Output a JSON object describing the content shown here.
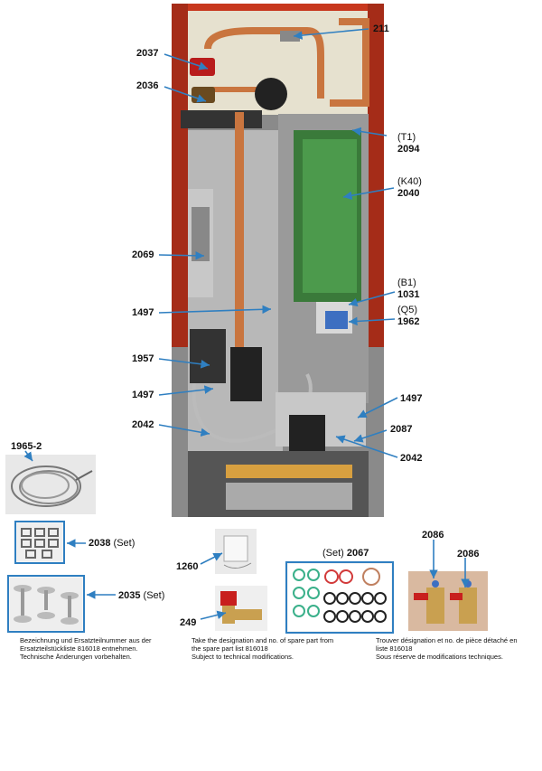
{
  "labels": {
    "l211": "211",
    "l2037": "2037",
    "l2036": "2036",
    "t1": "(T1)",
    "l2094": "2094",
    "k40": "(K40)",
    "l2040": "2040",
    "l2069": "2069",
    "b1": "(B1)",
    "l1031": "1031",
    "q5": "(Q5)",
    "l1962": "1962",
    "l1497a": "1497",
    "l1957": "1957",
    "l1497b": "1497",
    "l1497c": "1497",
    "l2042a": "2042",
    "l2087": "2087",
    "l2042b": "2042",
    "l1965": "1965-2",
    "l2038": "2038",
    "set1": "(Set)",
    "l2035": "2035",
    "set2": "(Set)",
    "l1260": "1260",
    "l249": "249",
    "set3": "(Set)",
    "l2067": "2067",
    "l2086a": "2086",
    "l2086b": "2086"
  },
  "notes": {
    "de": [
      "Bezeichnung und Ersatzteilnummer aus der",
      "Ersatzteilstückliste 816018 entnehmen.",
      "Technische Änderungen vorbehalten."
    ],
    "en": [
      "Take the designation and no. of spare part from",
      "the spare part list 816018",
      "Subject to technical modifications."
    ],
    "fr": [
      "Trouver désignation et no. de pièce détaché en",
      "liste 816018",
      "Sous réserve de modifications techniques."
    ]
  },
  "colors": {
    "callout": "#2f7fc1",
    "frame": "#2f7fc1",
    "cabinet_red": "#c8381e",
    "copper": "#c9753f"
  },
  "icons": [
    "heat-pump-photo",
    "cable-photo",
    "clips-photo",
    "feet-photo",
    "sensor-photo",
    "safety-valve-photo",
    "o-rings-photo",
    "ball-valves-photo"
  ]
}
